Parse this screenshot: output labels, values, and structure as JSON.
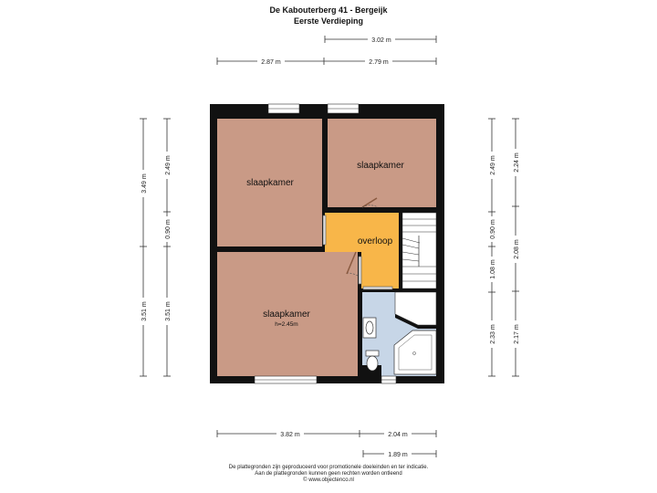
{
  "header": {
    "address": "De Kabouterberg 41 - Bergeijk",
    "floor": "Eerste Verdieping"
  },
  "rooms": {
    "bedroom_top_left": "slaapkamer",
    "bedroom_top_right": "slaapkamer",
    "bedroom_bottom": "slaapkamer",
    "bedroom_bottom_height": "h=2.45m",
    "landing": "overloop"
  },
  "dimensions": {
    "top_overall": "3.02 m",
    "top_left": "2.87 m",
    "top_right": "2.79 m",
    "left_outer_top": "3.49 m",
    "left_outer_bottom": "3.51 m",
    "left_inner_top": "2.49 m",
    "left_inner_mid": "0.90 m",
    "left_inner_bottom": "3.51 m",
    "right_inner_top": "2.49 m",
    "right_inner_mid1": "0.90 m",
    "right_inner_mid2": "1.08 m",
    "right_inner_bottom": "2.33 m",
    "right_outer_top": "2.24 m",
    "right_outer_mid": "2.08 m",
    "right_outer_bottom": "2.17 m",
    "bottom_left": "3.82 m",
    "bottom_right": "2.04 m",
    "bottom_lower": "1.89 m"
  },
  "footer": {
    "line1": "De plattegronden zijn geproduceerd voor promotionele doeleinden en ter indicatie.",
    "line2": "Aan de plattegronden kunnen geen rechten worden ontleend",
    "line3": "© www.objectenco.nl"
  },
  "colors": {
    "wall": "#111111",
    "bedroom": "#c99a86",
    "landing": "#f8b649",
    "bathroom": "#c7d6e7",
    "dimension_line": "#333333"
  }
}
